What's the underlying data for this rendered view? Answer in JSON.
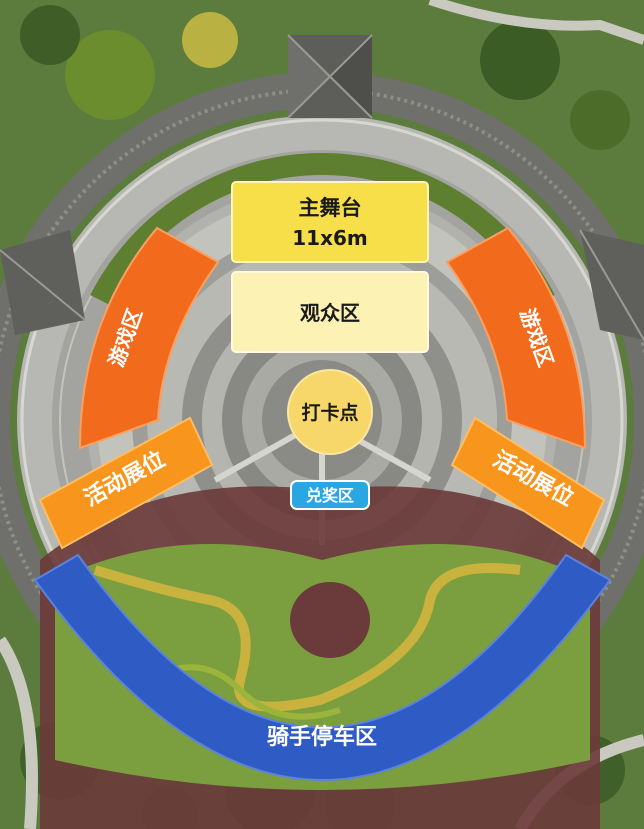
{
  "zones": {
    "main_stage": {
      "name": "主舞台",
      "size": "11x6m"
    },
    "audience": "观众区",
    "game_left": "游戏区",
    "game_right": "游戏区",
    "checkin": "打卡点",
    "booth_left": "活动展位",
    "booth_right": "活动展位",
    "redeem": "兑奖区",
    "parking": "骑手停车区"
  },
  "colors": {
    "stage_yellow": "#f7df4a",
    "audience_yellow": "#fbf2b4",
    "game_orange": "#f26b1d",
    "booth_orange": "#f7951c",
    "checkin_yellow": "#f8d76a",
    "redeem_blue": "#2aa6e3",
    "parking_blue": "#2f5bc4",
    "grass": "#6f9a3c",
    "plaza_gray": "#a9aaa6"
  }
}
